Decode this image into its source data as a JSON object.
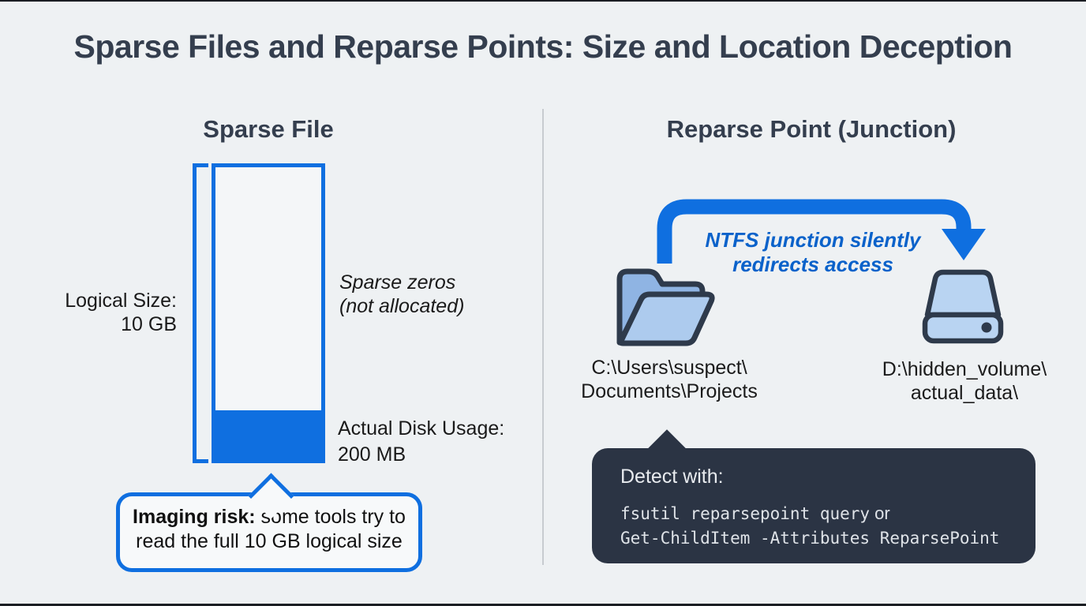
{
  "title": "Sparse Files and Reparse Points: Size and Location Deception",
  "colors": {
    "accent_blue": "#0f6fe0",
    "caption_blue": "#0a62ca",
    "heading_navy": "#343e4e",
    "dark_box": "#2b3444",
    "background": "#eef1f3"
  },
  "left_panel": {
    "heading": "Sparse File",
    "logical_size": {
      "line1": "Logical Size:",
      "line2": "10 GB"
    },
    "sparse_zeros": {
      "line1": "Sparse zeros",
      "line2": "(not allocated)"
    },
    "actual_usage": {
      "line1": "Actual Disk Usage:",
      "line2": "200 MB"
    },
    "callout": {
      "bold": "Imaging risk:",
      "rest": " some tools try to",
      "line2": "read the full 10 GB logical size"
    }
  },
  "right_panel": {
    "heading": "Reparse Point (Junction)",
    "arrow_caption": {
      "line1": "NTFS junction silently",
      "line2": "redirects access"
    },
    "source_path": {
      "line1": "C:\\Users\\suspect\\",
      "line2": "Documents\\Projects"
    },
    "target_path": {
      "line1": "D:\\hidden_volume\\",
      "line2": "actual_data\\"
    },
    "detect_box": {
      "label": "Detect with:",
      "code1": "fsutil reparsepoint query",
      "connector": "or",
      "code2": "Get-ChildItem -Attributes ReparsePoint"
    }
  }
}
